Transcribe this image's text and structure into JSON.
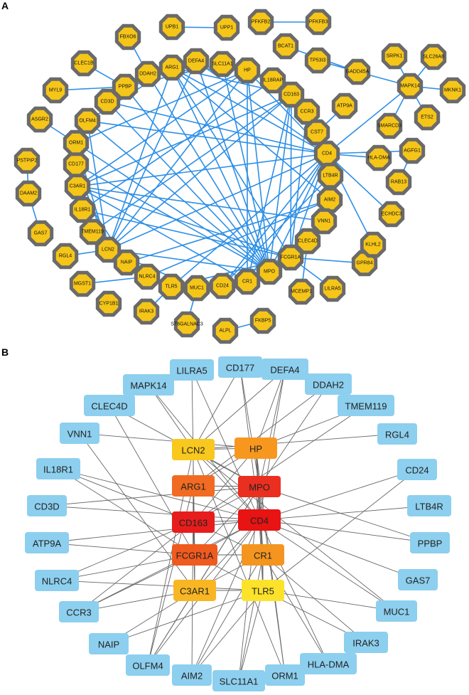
{
  "panels": {
    "a": {
      "label": "A",
      "node_color": "#f5c518",
      "node_border": "#6a6a6a",
      "edge_color": "#2d8fe6",
      "nodes": [
        "FBXO6",
        "UPB1",
        "UPP1",
        "PFKFB2",
        "PFKFB3",
        "BCAT1",
        "TP53I3",
        "GADD45A",
        "SRPK1",
        "SLC26A8",
        "MAPK14",
        "MKNK1",
        "CLEC1B",
        "MYL9",
        "ASGR2",
        "PSTPIP2",
        "DAAM2",
        "GAS7",
        "RGL4",
        "MGST1",
        "CYP1B1",
        "IRAK3",
        "ST6GALNAC3",
        "ALPL",
        "FKBP5",
        "MCEMP1",
        "LILRA5",
        "GPR84",
        "KLHL2",
        "ECHDC3",
        "RAB13",
        "AGFG1",
        "ETS2",
        "SMARCD3",
        "HLA-DMA",
        "ATP9A",
        "DDAH2",
        "ARG1",
        "DEFA4",
        "SLC11A1",
        "HP",
        "IL18RAP",
        "CD163",
        "CCR3",
        "CST7",
        "CD4",
        "LTB4R",
        "AIM2",
        "VNN1",
        "CLEC4D",
        "FCGR1A",
        "MPO",
        "CR1",
        "CD24",
        "MUC1",
        "TLR5",
        "NLRC4",
        "NAIP",
        "LCN2",
        "TMEM119",
        "IL18R1",
        "C3AR1",
        "CD177",
        "ORM1",
        "OLFM4",
        "CD3D",
        "PPBP"
      ],
      "edges": [
        [
          "UPB1",
          "UPP1"
        ],
        [
          "PFKFB2",
          "PFKFB3"
        ],
        [
          "BCAT1",
          "GADD45A"
        ],
        [
          "TP53I3",
          "GADD45A"
        ],
        [
          "GADD45A",
          "MAPK14"
        ],
        [
          "SRPK1",
          "MAPK14"
        ],
        [
          "SLC26A8",
          "MAPK14"
        ],
        [
          "MKNK1",
          "MAPK14"
        ],
        [
          "MAPK14",
          "SMARCD3"
        ],
        [
          "MAPK14",
          "ETS2"
        ],
        [
          "MAPK14",
          "CD4"
        ],
        [
          "AGFG1",
          "RAB13"
        ],
        [
          "PSTPIP2",
          "DAAM2"
        ],
        [
          "DAAM2",
          "GAS7"
        ],
        [
          "FKBP5",
          "ALPL"
        ],
        [
          "CLEC1B",
          "PPBP"
        ],
        [
          "MYL9",
          "PPBP"
        ],
        [
          "FBXO6",
          "DDAH2"
        ],
        [
          "ASGR2",
          "ORM1"
        ],
        [
          "IL18R1",
          "IL18RAP"
        ],
        [
          "RGL4",
          "LCN2"
        ],
        [
          "MGST1",
          "NLRC4"
        ],
        [
          "IRAK3",
          "TLR5"
        ],
        [
          "ST6GALNAC3",
          "MUC1"
        ],
        [
          "MCEMP1",
          "CLEC4D"
        ],
        [
          "LILRA5",
          "FCGR1A"
        ],
        [
          "KLHL2",
          "CD4"
        ],
        [
          "GPR84",
          "FCGR1A"
        ],
        [
          "ECHDC3",
          "CD4"
        ],
        [
          "HLA-DMA",
          "CD4"
        ],
        [
          "AGFG1",
          "CD4"
        ],
        [
          "ATP9A",
          "CST7"
        ],
        [
          "CD4",
          "CD3D"
        ],
        [
          "CD4",
          "HP"
        ],
        [
          "CD4",
          "CD163"
        ],
        [
          "CD4",
          "DEFA4"
        ],
        [
          "CD4",
          "ARG1"
        ],
        [
          "CD4",
          "MPO"
        ],
        [
          "CD4",
          "CR1"
        ],
        [
          "CD4",
          "CD24"
        ],
        [
          "CD4",
          "C3AR1"
        ],
        [
          "CD4",
          "OLFM4"
        ],
        [
          "CD4",
          "TLR5"
        ],
        [
          "CD4",
          "LCN2"
        ],
        [
          "CD4",
          "FCGR1A"
        ],
        [
          "MPO",
          "LCN2"
        ],
        [
          "MPO",
          "HP"
        ],
        [
          "MPO",
          "ARG1"
        ],
        [
          "MPO",
          "DEFA4"
        ],
        [
          "MPO",
          "CD177"
        ],
        [
          "MPO",
          "OLFM4"
        ],
        [
          "MPO",
          "ORM1"
        ],
        [
          "MPO",
          "CLEC4D"
        ],
        [
          "MPO",
          "PPBP"
        ],
        [
          "MPO",
          "SLC11A1"
        ],
        [
          "MPO",
          "DDAH2"
        ],
        [
          "MPO",
          "CD163"
        ],
        [
          "LCN2",
          "OLFM4"
        ],
        [
          "LCN2",
          "ORM1"
        ],
        [
          "LCN2",
          "HP"
        ],
        [
          "LCN2",
          "ARG1"
        ],
        [
          "LCN2",
          "CD177"
        ],
        [
          "LCN2",
          "DEFA4"
        ],
        [
          "LCN2",
          "CD163"
        ],
        [
          "LCN2",
          "MUC1"
        ],
        [
          "HP",
          "ORM1"
        ],
        [
          "HP",
          "CD163"
        ],
        [
          "HP",
          "ARG1"
        ],
        [
          "HP",
          "CR1"
        ],
        [
          "HP",
          "C3AR1"
        ],
        [
          "CD163",
          "FCGR1A"
        ],
        [
          "CD163",
          "CR1"
        ],
        [
          "CD163",
          "C3AR1"
        ],
        [
          "CD163",
          "TMEM119"
        ],
        [
          "CD163",
          "ARG1"
        ],
        [
          "ARG1",
          "FCGR1A"
        ],
        [
          "ARG1",
          "OLFM4"
        ],
        [
          "ARG1",
          "AIM2"
        ],
        [
          "FCGR1A",
          "CR1"
        ],
        [
          "FCGR1A",
          "TLR5"
        ],
        [
          "FCGR1A",
          "C3AR1"
        ],
        [
          "FCGR1A",
          "IL18R1"
        ],
        [
          "FCGR1A",
          "CCR3"
        ],
        [
          "C3AR1",
          "CR1"
        ],
        [
          "C3AR1",
          "NAIP"
        ],
        [
          "C3AR1",
          "VNN1"
        ],
        [
          "CR1",
          "TLR5"
        ],
        [
          "TLR5",
          "NAIP"
        ],
        [
          "TLR5",
          "NLRC4"
        ],
        [
          "AIM2",
          "NLRC4"
        ],
        [
          "AIM2",
          "NAIP"
        ],
        [
          "CD24",
          "LTB4R"
        ],
        [
          "PPBP",
          "SLC11A1"
        ],
        [
          "CD3D",
          "MPO"
        ]
      ]
    },
    "b": {
      "label": "B",
      "outer_color": "#8dcfee",
      "edge_color": "#666666",
      "outer_nodes": [
        "CD177",
        "DEFA4",
        "DDAH2",
        "TMEM119",
        "RGL4",
        "CD24",
        "LTB4R",
        "PPBP",
        "GAS7",
        "MUC1",
        "IRAK3",
        "HLA-DMA",
        "ORM1",
        "SLC11A1",
        "AIM2",
        "OLFM4",
        "NAIP",
        "CCR3",
        "NLRC4",
        "ATP9A",
        "CD3D",
        "IL18R1",
        "VNN1",
        "CLEC4D",
        "MAPK14",
        "LILRA5"
      ],
      "hub_nodes": [
        {
          "name": "LCN2",
          "color": "#f8c81e"
        },
        {
          "name": "HP",
          "color": "#f7971e"
        },
        {
          "name": "ARG1",
          "color": "#f26b22"
        },
        {
          "name": "MPO",
          "color": "#ea2f20"
        },
        {
          "name": "CD163",
          "color": "#e71d1d"
        },
        {
          "name": "CD4",
          "color": "#e81313"
        },
        {
          "name": "FCGR1A",
          "color": "#ef5a1f"
        },
        {
          "name": "CR1",
          "color": "#f4951f"
        },
        {
          "name": "C3AR1",
          "color": "#f8b623"
        },
        {
          "name": "TLR5",
          "color": "#fde22b"
        }
      ],
      "edges": [
        [
          "CD4",
          "CD177"
        ],
        [
          "CD4",
          "DEFA4"
        ],
        [
          "CD4",
          "CD24"
        ],
        [
          "CD4",
          "LTB4R"
        ],
        [
          "CD4",
          "PPBP"
        ],
        [
          "CD4",
          "GAS7"
        ],
        [
          "CD4",
          "MUC1"
        ],
        [
          "CD4",
          "HLA-DMA"
        ],
        [
          "CD4",
          "CD3D"
        ],
        [
          "CD4",
          "ATP9A"
        ],
        [
          "CD4",
          "CCR3"
        ],
        [
          "CD4",
          "MAPK14"
        ],
        [
          "CD4",
          "IL18R1"
        ],
        [
          "CD4",
          "LILRA5"
        ],
        [
          "CD4",
          "OLFM4"
        ],
        [
          "CD4",
          "AIM2"
        ],
        [
          "MPO",
          "CD177"
        ],
        [
          "MPO",
          "DEFA4"
        ],
        [
          "MPO",
          "DDAH2"
        ],
        [
          "MPO",
          "OLFM4"
        ],
        [
          "MPO",
          "ORM1"
        ],
        [
          "MPO",
          "SLC11A1"
        ],
        [
          "MPO",
          "PPBP"
        ],
        [
          "MPO",
          "CLEC4D"
        ],
        [
          "MPO",
          "CD3D"
        ],
        [
          "LCN2",
          "OLFM4"
        ],
        [
          "LCN2",
          "ORM1"
        ],
        [
          "LCN2",
          "CD177"
        ],
        [
          "LCN2",
          "DEFA4"
        ],
        [
          "LCN2",
          "MUC1"
        ],
        [
          "LCN2",
          "RGL4"
        ],
        [
          "LCN2",
          "MAPK14"
        ],
        [
          "HP",
          "ORM1"
        ],
        [
          "HP",
          "DEFA4"
        ],
        [
          "HP",
          "TMEM119"
        ],
        [
          "HP",
          "VNN1"
        ],
        [
          "CD163",
          "TMEM119"
        ],
        [
          "CD163",
          "NLRC4"
        ],
        [
          "CD163",
          "IL18R1"
        ],
        [
          "CD163",
          "CCR3"
        ],
        [
          "ARG1",
          "OLFM4"
        ],
        [
          "ARG1",
          "AIM2"
        ],
        [
          "ARG1",
          "DDAH2"
        ],
        [
          "FCGR1A",
          "IL18R1"
        ],
        [
          "FCGR1A",
          "CCR3"
        ],
        [
          "FCGR1A",
          "CLEC4D"
        ],
        [
          "FCGR1A",
          "NLRC4"
        ],
        [
          "FCGR1A",
          "LILRA5"
        ],
        [
          "FCGR1A",
          "ATP9A"
        ],
        [
          "CR1",
          "IRAK3"
        ],
        [
          "CR1",
          "HLA-DMA"
        ],
        [
          "CR1",
          "SLC11A1"
        ],
        [
          "CR1",
          "AIM2"
        ],
        [
          "C3AR1",
          "NAIP"
        ],
        [
          "C3AR1",
          "VNN1"
        ],
        [
          "C3AR1",
          "CCR3"
        ],
        [
          "C3AR1",
          "OLFM4"
        ],
        [
          "TLR5",
          "NAIP"
        ],
        [
          "TLR5",
          "NLRC4"
        ],
        [
          "TLR5",
          "IRAK3"
        ],
        [
          "TLR5",
          "MUC1"
        ],
        [
          "TLR5",
          "SLC11A1"
        ],
        [
          "TLR5",
          "CD24"
        ],
        [
          "TLR5",
          "AIM2"
        ],
        [
          "CD4",
          "MPO"
        ],
        [
          "CD4",
          "CD163"
        ],
        [
          "CD4",
          "HP"
        ],
        [
          "CD4",
          "ARG1"
        ],
        [
          "CD4",
          "LCN2"
        ],
        [
          "CD4",
          "FCGR1A"
        ],
        [
          "CD4",
          "CR1"
        ],
        [
          "CD4",
          "C3AR1"
        ],
        [
          "CD4",
          "TLR5"
        ],
        [
          "MPO",
          "LCN2"
        ],
        [
          "MPO",
          "HP"
        ],
        [
          "MPO",
          "ARG1"
        ],
        [
          "MPO",
          "CD163"
        ],
        [
          "MPO",
          "FCGR1A"
        ],
        [
          "MPO",
          "CR1"
        ],
        [
          "MPO",
          "TLR5"
        ],
        [
          "MPO",
          "C3AR1"
        ],
        [
          "CD163",
          "ARG1"
        ],
        [
          "CD163",
          "FCGR1A"
        ],
        [
          "CD163",
          "CR1"
        ],
        [
          "CD163",
          "C3AR1"
        ],
        [
          "CD163",
          "HP"
        ],
        [
          "CD163",
          "LCN2"
        ],
        [
          "ARG1",
          "LCN2"
        ],
        [
          "ARG1",
          "HP"
        ],
        [
          "ARG1",
          "FCGR1A"
        ],
        [
          "FCGR1A",
          "CR1"
        ],
        [
          "FCGR1A",
          "C3AR1"
        ],
        [
          "FCGR1A",
          "TLR5"
        ],
        [
          "CR1",
          "TLR5"
        ],
        [
          "CR1",
          "C3AR1"
        ],
        [
          "C3AR1",
          "TLR5"
        ],
        [
          "HP",
          "LCN2"
        ],
        [
          "HP",
          "CR1"
        ]
      ]
    }
  }
}
